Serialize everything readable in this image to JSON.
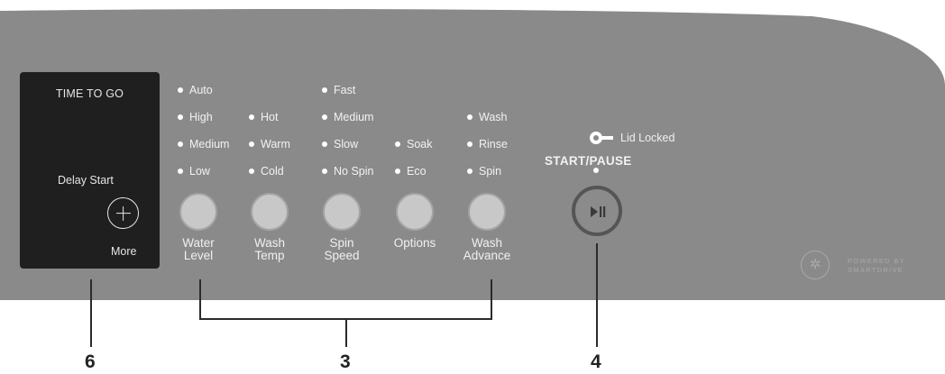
{
  "panel": {
    "display": {
      "title": "TIME TO GO",
      "delay_label": "Delay Start",
      "more_label": "More",
      "plus_icon": "plus-icon"
    },
    "indicators": {
      "water_level": [
        "Auto",
        "High",
        "Medium",
        "Low"
      ],
      "wash_temp": [
        "Hot",
        "Warm",
        "Cold"
      ],
      "spin_speed": [
        "Fast",
        "Medium",
        "Slow",
        "No Spin"
      ],
      "options": [
        "Soak",
        "Eco"
      ],
      "wash_advance": [
        "Wash",
        "Rinse",
        "Spin"
      ]
    },
    "buttons": {
      "water_level": {
        "line1": "Water",
        "line2": "Level"
      },
      "wash_temp": {
        "line1": "Wash",
        "line2": "Temp"
      },
      "spin_speed": {
        "line1": "Spin",
        "line2": "Speed"
      },
      "options": {
        "line1": "Options",
        "line2": ""
      },
      "wash_advance": {
        "line1": "Wash",
        "line2": "Advance"
      }
    },
    "lid_locked": "Lid Locked",
    "start_pause": "START/PAUSE",
    "start_pause_icon": "play-pause-icon",
    "brand": {
      "line1": "POWERED BY",
      "line2": "SMARTDRIVE",
      "icon": "smartdrive-logo-icon"
    }
  },
  "callouts": [
    "6",
    "3",
    "4"
  ],
  "colors": {
    "panel": "#8a8a8a",
    "display": "#1f1f1f",
    "knob": "#c8c8c8",
    "leader": "#2b2b2b"
  }
}
